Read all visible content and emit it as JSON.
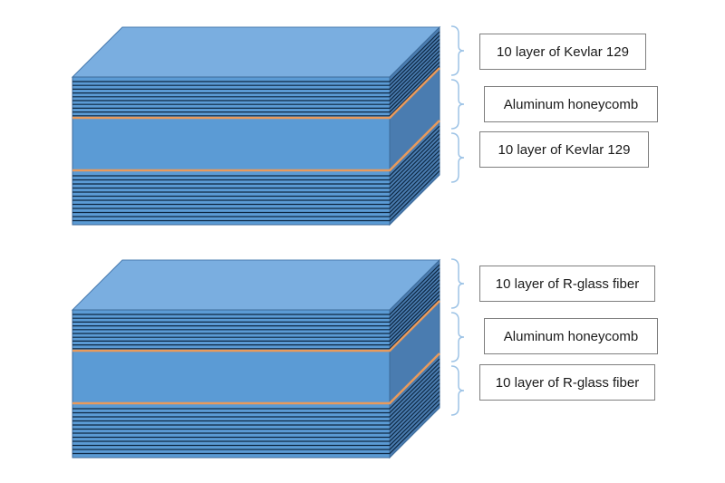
{
  "panels": [
    {
      "labels": [
        "10 layer of Kevlar 129",
        "Aluminum honeycomb",
        "10 layer of Kevlar 129"
      ]
    },
    {
      "labels": [
        "10 layer of R-glass fiber",
        "Aluminum honeycomb",
        "10 layer of R-glass fiber"
      ]
    }
  ],
  "colors": {
    "top_face": "#7aaee0",
    "front_face": "#5b9bd5",
    "side_face": "#4a7cb0",
    "layer_line": "#0d2742",
    "adhesive": "#e89a5c",
    "bracket": "#9dc3e6"
  }
}
